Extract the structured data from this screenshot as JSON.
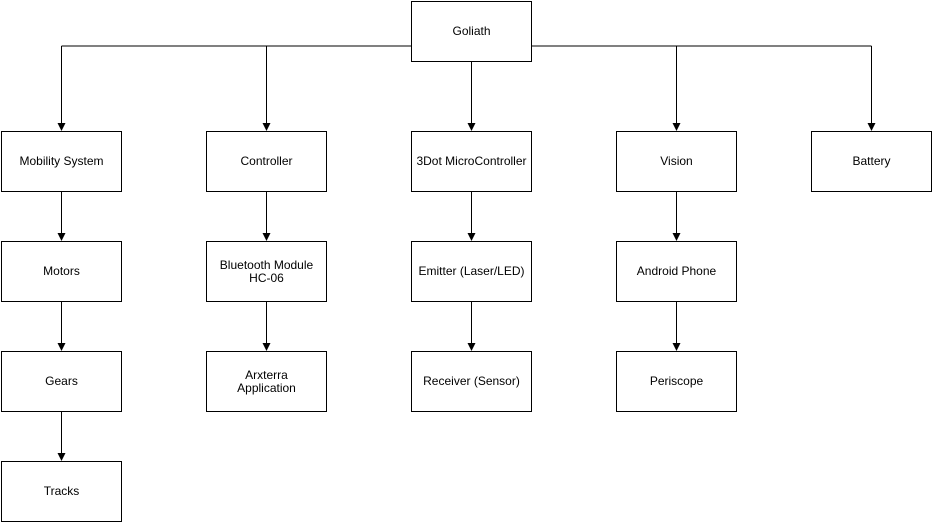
{
  "diagram": {
    "root": {
      "label": "Goliath"
    },
    "branches": [
      {
        "label": "Mobility System"
      },
      {
        "label": "Controller"
      },
      {
        "label": "3Dot MicroController"
      },
      {
        "label": "Vision"
      },
      {
        "label": "Battery"
      }
    ],
    "mobility_children": [
      {
        "label": "Motors"
      },
      {
        "label": "Gears"
      },
      {
        "label": "Tracks"
      }
    ],
    "controller_children": [
      {
        "label": "Bluetooth Module\nHC-06"
      },
      {
        "label": "Arxterra\nApplication"
      }
    ],
    "micro_children": [
      {
        "label": "Emitter (Laser/LED)"
      },
      {
        "label": "Receiver (Sensor)"
      }
    ],
    "vision_children": [
      {
        "label": "Android Phone"
      },
      {
        "label": "Periscope"
      }
    ],
    "colors": {
      "stroke": "#000000",
      "fill": "#ffffff",
      "text": "#000000"
    }
  }
}
